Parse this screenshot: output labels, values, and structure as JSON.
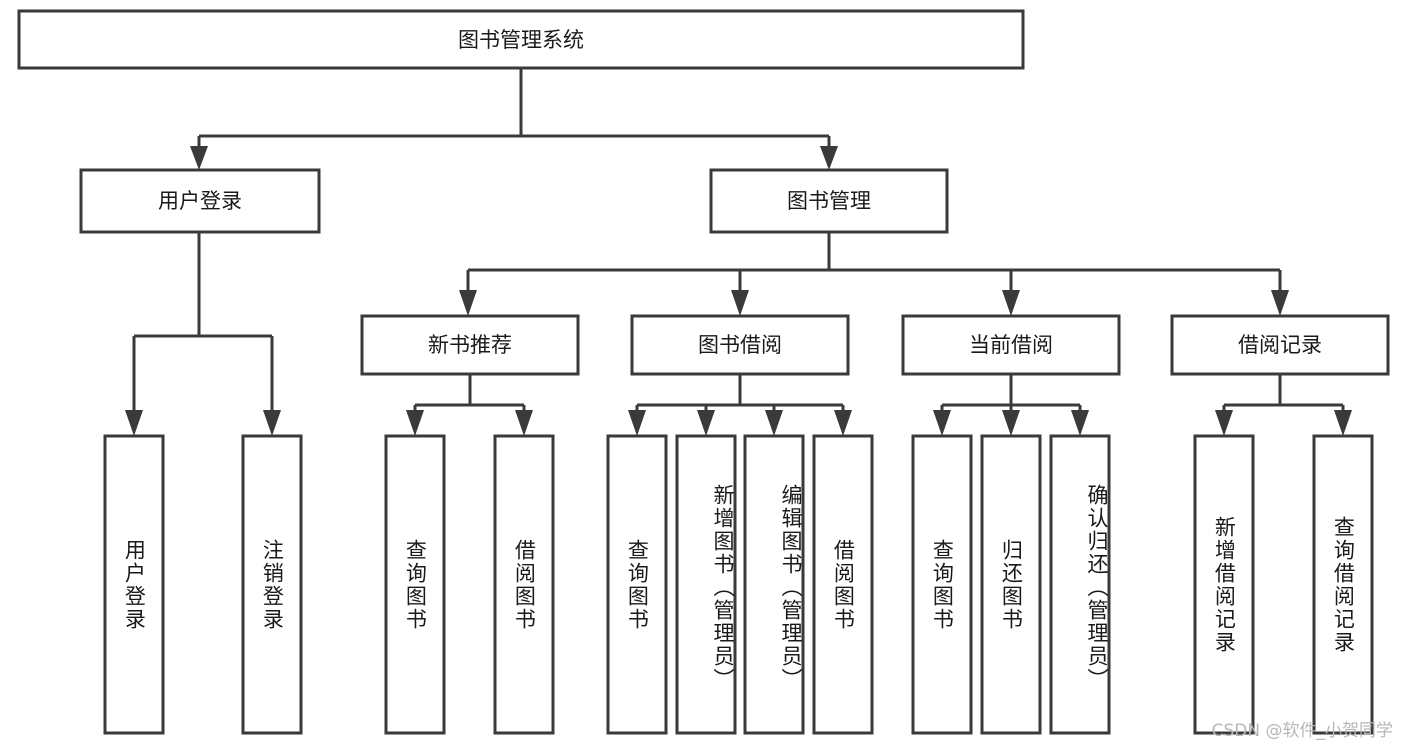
{
  "diagram": {
    "type": "tree",
    "title": "图书管理系统",
    "watermark": "CSDN @软件_小贺同学",
    "colors": {
      "stroke": "#3a3a3a",
      "box_fill": "#ffffff",
      "text": "#1a1a1a",
      "background": "#ffffff",
      "watermark": "#b7b7b7"
    },
    "levels": {
      "level1": [
        {
          "id": "root",
          "label": "图书管理系统",
          "orientation": "horizontal"
        }
      ],
      "level2": [
        {
          "id": "n-user-login",
          "label": "用户登录",
          "orientation": "horizontal",
          "parent": "root"
        },
        {
          "id": "n-book-manage",
          "label": "图书管理",
          "orientation": "horizontal",
          "parent": "root"
        }
      ],
      "level3": [
        {
          "id": "n-new-book-rec",
          "label": "新书推荐",
          "orientation": "horizontal",
          "parent": "n-book-manage"
        },
        {
          "id": "n-book-borrow",
          "label": "图书借阅",
          "orientation": "horizontal",
          "parent": "n-book-manage"
        },
        {
          "id": "n-current-borrow",
          "label": "当前借阅",
          "orientation": "horizontal",
          "parent": "n-book-manage"
        },
        {
          "id": "n-borrow-record",
          "label": "借阅记录",
          "orientation": "horizontal",
          "parent": "n-book-manage"
        }
      ],
      "leaves": [
        {
          "id": "leaf-user-login",
          "label": "用户登录",
          "orientation": "vertical",
          "parent": "n-user-login"
        },
        {
          "id": "leaf-user-logout",
          "label": "注销登录",
          "orientation": "vertical",
          "parent": "n-user-login"
        },
        {
          "id": "leaf-query-book-1",
          "label": "查询图书",
          "orientation": "vertical",
          "parent": "n-new-book-rec"
        },
        {
          "id": "leaf-borrow-book-1",
          "label": "借阅图书",
          "orientation": "vertical",
          "parent": "n-new-book-rec"
        },
        {
          "id": "leaf-query-book-2",
          "label": "查询图书",
          "orientation": "vertical",
          "parent": "n-book-borrow"
        },
        {
          "id": "leaf-add-book",
          "label": "新增图书（管理员）",
          "orientation": "vertical",
          "parent": "n-book-borrow"
        },
        {
          "id": "leaf-edit-book",
          "label": "编辑图书（管理员）",
          "orientation": "vertical",
          "parent": "n-book-borrow"
        },
        {
          "id": "leaf-borrow-book-2",
          "label": "借阅图书",
          "orientation": "vertical",
          "parent": "n-book-borrow"
        },
        {
          "id": "leaf-query-book-3",
          "label": "查询图书",
          "orientation": "vertical",
          "parent": "n-current-borrow"
        },
        {
          "id": "leaf-return-book",
          "label": "归还图书",
          "orientation": "vertical",
          "parent": "n-current-borrow"
        },
        {
          "id": "leaf-confirm-return",
          "label": "确认归还（管理员）",
          "orientation": "vertical",
          "parent": "n-current-borrow"
        },
        {
          "id": "leaf-add-record",
          "label": "新增借阅记录",
          "orientation": "vertical",
          "parent": "n-borrow-record"
        },
        {
          "id": "leaf-query-record",
          "label": "查询借阅记录",
          "orientation": "vertical",
          "parent": "n-borrow-record"
        }
      ]
    }
  }
}
